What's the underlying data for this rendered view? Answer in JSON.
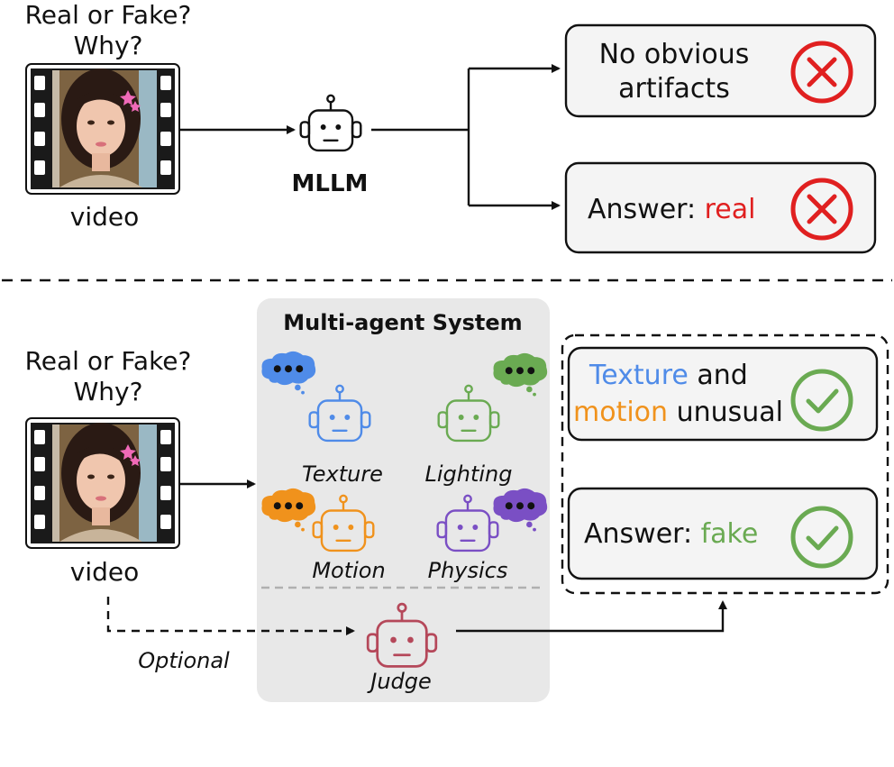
{
  "top": {
    "question_line1": "Real or Fake?",
    "question_line2": "Why?",
    "video_label": "video",
    "mllm_label": "MLLM",
    "output1_line1": "No obvious",
    "output1_line2": "artifacts",
    "output2_prefix": "Answer: ",
    "output2_value": "real"
  },
  "bottom": {
    "question_line1": "Real or Fake?",
    "question_line2": "Why?",
    "video_label": "video",
    "system_title": "Multi-agent System",
    "agents": {
      "texture": "Texture",
      "lighting": "Lighting",
      "motion": "Motion",
      "physics": "Physics",
      "judge": "Judge"
    },
    "optional_label": "Optional",
    "output1_word1": "Texture",
    "output1_word2": " and",
    "output1_word3": "motion",
    "output1_word4": " unusual",
    "output2_prefix": "Answer: ",
    "output2_value": "fake"
  },
  "colors": {
    "texture": "#4f8be8",
    "lighting": "#6aaa52",
    "motion": "#f0921c",
    "physics": "#7a4fc4",
    "judge": "#b5485a",
    "wrong": "#e02020",
    "right": "#6aaa52",
    "panel_bg": "#e8e8e8"
  }
}
